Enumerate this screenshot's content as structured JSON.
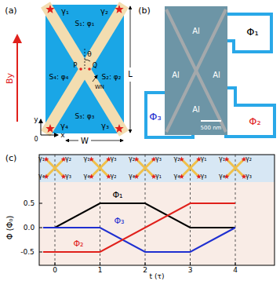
{
  "diagram": {
    "labels": [
      "(a)",
      "S₁: φ₁",
      "S₂: φ₂",
      "S₃: φ₃",
      "S₄: φ₄",
      "γ₁",
      "γ₂",
      "γ₃",
      "γ₄",
      "θ",
      "P",
      "Q",
      "WN",
      "L",
      "W",
      "y",
      "x",
      "0",
      "By",
      "(b)",
      "Al",
      "Al",
      "Al",
      "Al",
      "Φ₁",
      "Φ₂",
      "Φ₃",
      "500 nm",
      "(c)",
      "Φ (Φ₀)",
      "0.5",
      "0.0",
      "-0.5",
      "0",
      "1",
      "2",
      "3",
      "4",
      "t (τ)",
      "Φ₁",
      "Φ₂",
      "Φ₃",
      "γ₁",
      "γ₂",
      "γ₄",
      "γ₃",
      "γ₁",
      "γ₃",
      "γ₄",
      "γ₂",
      "γ₂",
      "γ₃",
      "γ₄",
      "γ₁",
      "γ₂",
      "γ₁",
      "γ₄",
      "γ₃",
      "γ₁",
      "γ₂",
      "γ₄",
      "γ₃"
    ]
  }
}
